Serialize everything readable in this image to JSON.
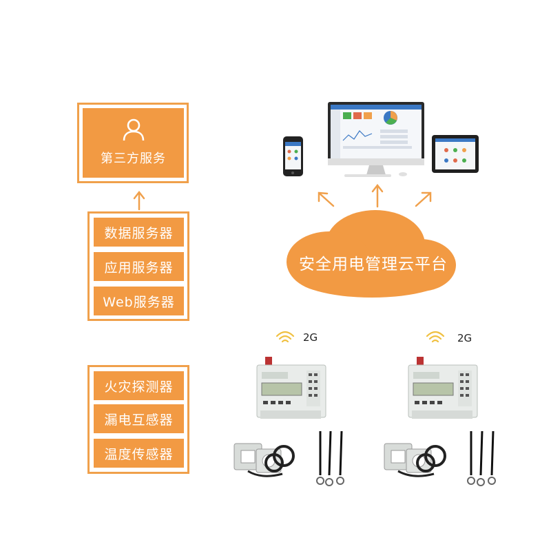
{
  "third_party": {
    "label": "第三方服务"
  },
  "servers": [
    {
      "label": "数据服务器"
    },
    {
      "label": "应用服务器"
    },
    {
      "label": "Web服务器"
    }
  ],
  "sensors": [
    {
      "label": "火灾探测器"
    },
    {
      "label": "漏电互感器"
    },
    {
      "label": "温度传感器"
    }
  ],
  "cloud": {
    "label": "安全用电管理云平台"
  },
  "gateways": [
    {
      "signal": "2G"
    },
    {
      "signal": "2G"
    }
  ],
  "colors": {
    "accent": "#f29a43",
    "border": "#f0a04b"
  }
}
